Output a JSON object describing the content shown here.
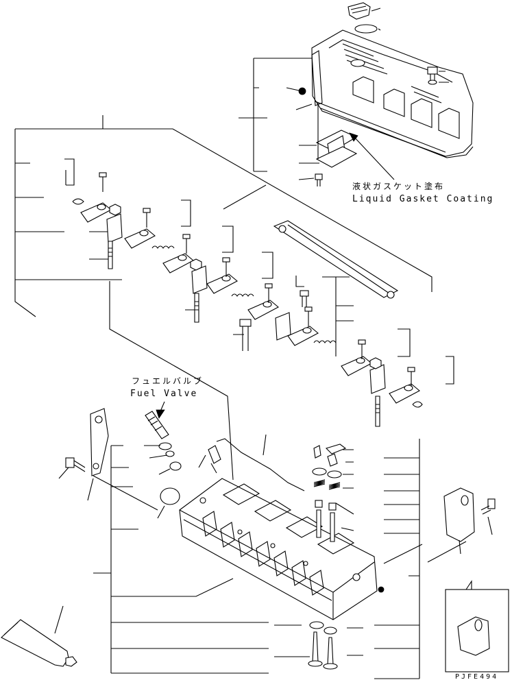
{
  "callouts": {
    "liquid_gasket_jp": "液状ガスケット塗布",
    "liquid_gasket_en": "Liquid Gasket Coating",
    "fuel_valve_jp": "フュエルバルブ",
    "fuel_valve_en": "Fuel Valve"
  },
  "drawing_code": "PJFE494"
}
